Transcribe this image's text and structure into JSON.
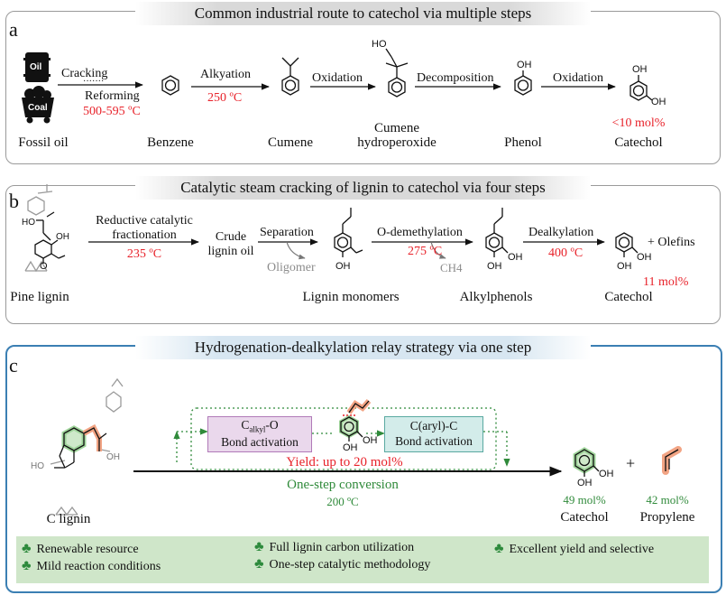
{
  "panel_a": {
    "label": "a",
    "banner": "Common industrial route to catechol via multiple steps",
    "oil_label": "Oil",
    "coal_label": "Coal",
    "step1_top": "Cracking",
    "step1_mid": "·······",
    "step1_bottom": "Reforming",
    "step1_temp": "500-595 ºC",
    "step2_top": "Alkyation",
    "step2_temp": "250 ºC",
    "step3_top": "Oxidation",
    "step4_top": "Decomposition",
    "step5_top": "Oxidation",
    "hydroperoxide_atoms": "HO",
    "phenol_oh": "OH",
    "catechol_oh1": "OH",
    "catechol_oh2": "OH",
    "names": [
      "Fossil oil",
      "Benzene",
      "Cumene",
      "Cumene",
      "hydroperoxide",
      "Phenol",
      "Catechol"
    ],
    "yield": "<10  mol%"
  },
  "panel_b": {
    "label": "b",
    "banner": "Catalytic steam cracking of lignin to catechol via four steps",
    "step1_top1": "Reductive catalytic",
    "step1_top2": "fractionation",
    "step1_temp": "235 ºC",
    "crude1": "Crude",
    "crude2": "lignin oil",
    "step2_top": "Separation",
    "step2_side": "Oligomer",
    "step3_top": "O-demethylation",
    "step3_temp": "275 ºC",
    "step3_side": "CH4",
    "step4_top": "Dealkylation",
    "step4_temp": "400 ºC",
    "oh": "OH",
    "lignin_oh": "OH",
    "lignin_ho": "HO",
    "lignin_o": "O",
    "plus_olefins": "+ Olefins",
    "names": [
      "Pine lignin",
      "Lignin monomers",
      "Alkylphenols",
      "Catechol"
    ],
    "yield": "11 mol%"
  },
  "panel_c": {
    "label": "c",
    "banner": "Hydrogenation-dealkylation relay strategy via one step",
    "box1_line1_main": "C",
    "box1_line1_sub": "alkyl",
    "box1_line1_end": "-O",
    "box1_line2": "Bond activation",
    "box2_line1": "C(aryl)-C",
    "box2_line2": "Bond activation",
    "inter_oh1": "OH",
    "inter_oh2": "OH",
    "relay_yield": "Yield: up to 20 mol%",
    "conversion": "One-step conversion",
    "temp": "200 ºC",
    "lignin_name": "C lignin",
    "lignin_ho": "HO",
    "lignin_oh": "OH",
    "cat_oh1": "OH",
    "cat_oh2": "OH",
    "plus": "+",
    "cat_yield": "49 mol%",
    "prop_yield": "42 mol%",
    "cat_name": "Catechol",
    "prop_name": "Propylene",
    "features": [
      "Renewable resource",
      "Mild reaction conditions",
      "Full lignin carbon utilization",
      "One-step catalytic methodology",
      "Excellent yield and selective"
    ]
  },
  "colors": {
    "red": "#e8222a",
    "green": "#2f8a3a",
    "panel_c_border": "#3b7fb3",
    "highlight_green": "#9fd49a",
    "highlight_orange": "#f2a484"
  }
}
